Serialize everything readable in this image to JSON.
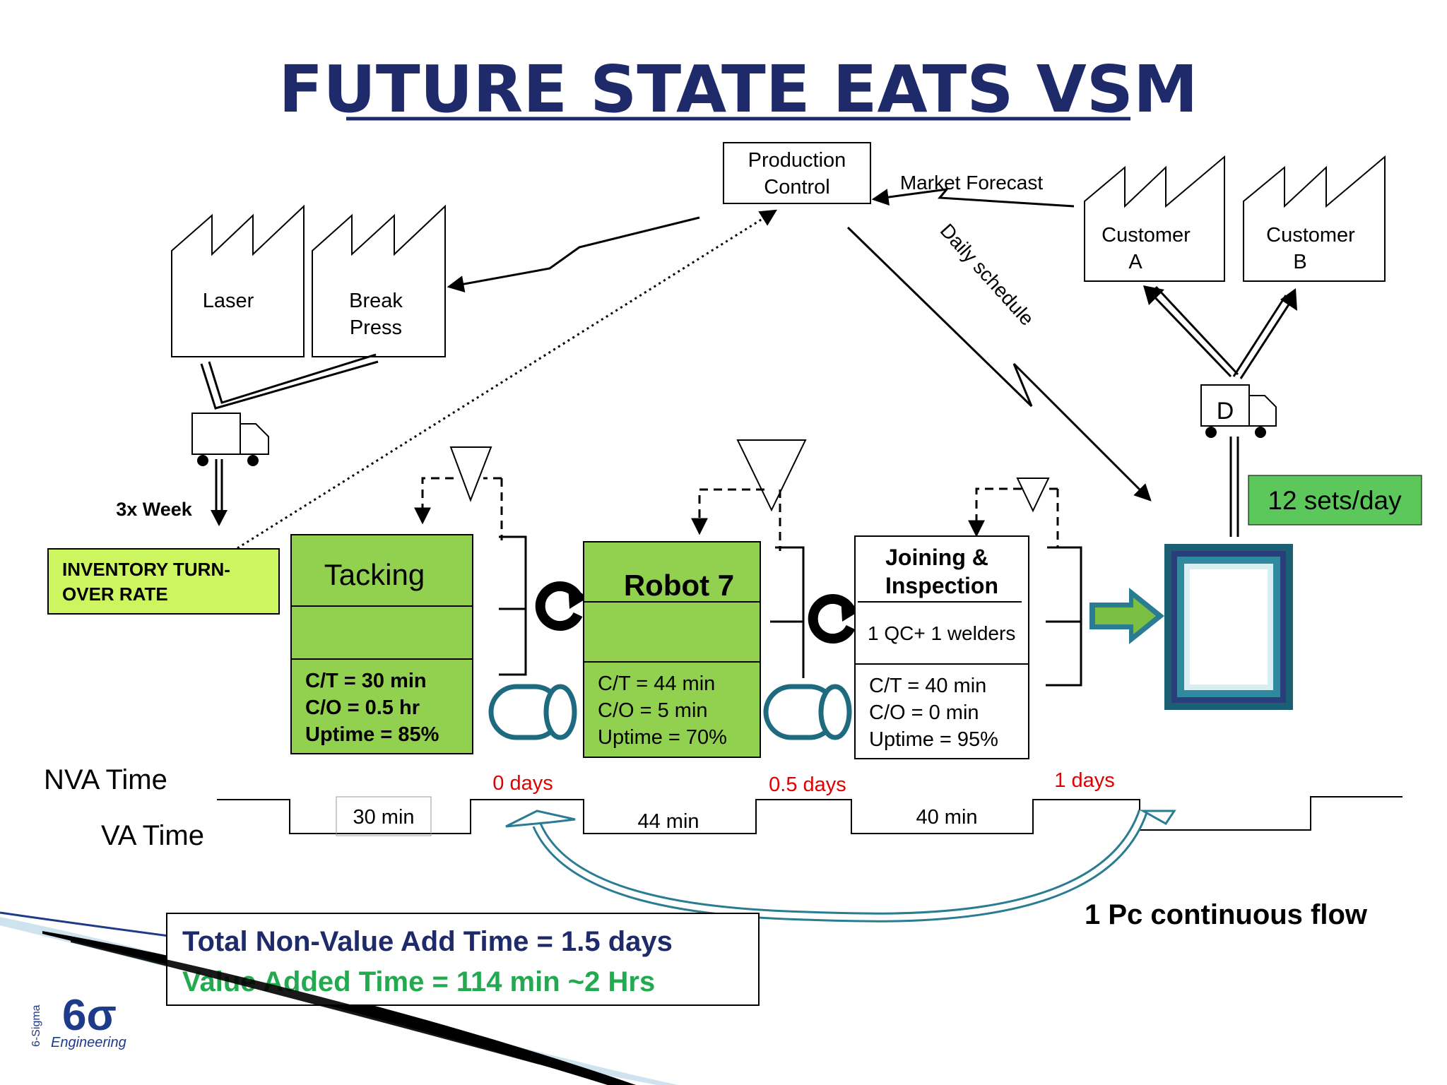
{
  "title": "FUTURE STATE EATS VSM",
  "colors": {
    "process_green": "#92D050",
    "label_yellow_green": "#CCF55F",
    "sets_green": "#5CC85C",
    "title_navy": "#1F2A6B",
    "red": "#E00000",
    "teal": "#1E6B80",
    "navy_text": "#1F2A6B",
    "va_green": "#23A94F"
  },
  "production_control": {
    "line1": "Production",
    "line2": "Control"
  },
  "market_forecast": "Market Forecast",
  "daily_schedule": "Daily schedule",
  "suppliers": [
    {
      "line1": "Laser",
      "line2": ""
    },
    {
      "line1": "Break",
      "line2": "Press"
    }
  ],
  "customers": [
    {
      "line1": "Customer",
      "line2": "A"
    },
    {
      "line1": "Customer",
      "line2": "B"
    }
  ],
  "delivery_label": "D",
  "frequency": "3x Week",
  "inventory_label": {
    "line1": "INVENTORY TURN-",
    "line2": "OVER RATE"
  },
  "sets_per_day": "12 sets/day",
  "processes": [
    {
      "name": "Tacking",
      "sub": "",
      "ct": "C/T = 30 min",
      "co": "C/O = 0.5 hr",
      "uptime": "Uptime = 85%"
    },
    {
      "name": "Robot 7",
      "sub": "",
      "ct": "C/T = 44 min",
      "co": "C/O = 5 min",
      "uptime": "Uptime = 70%"
    },
    {
      "name_line1": "Joining &",
      "name_line2": "Inspection",
      "sub": "1 QC+ 1 welders",
      "ct": "C/T = 40 min",
      "co": "C/O =  0 min",
      "uptime": "Uptime = 95%"
    }
  ],
  "timeline": {
    "nva_label": "NVA Time",
    "va_label": "VA Time",
    "nva_values": [
      "0 days",
      "0.5 days",
      "1 days"
    ],
    "va_values": [
      "30 min",
      "44 min",
      "40 min"
    ]
  },
  "flow_label": "1 Pc continuous flow",
  "summary": {
    "nva_total": "Total Non-Value Add Time = 1.5 days",
    "va_total": "Value Added Time = 114 min ~2 Hrs"
  },
  "logo": {
    "symbol": "6σ",
    "vertical": "6-Sigma",
    "word": "Engineering"
  }
}
